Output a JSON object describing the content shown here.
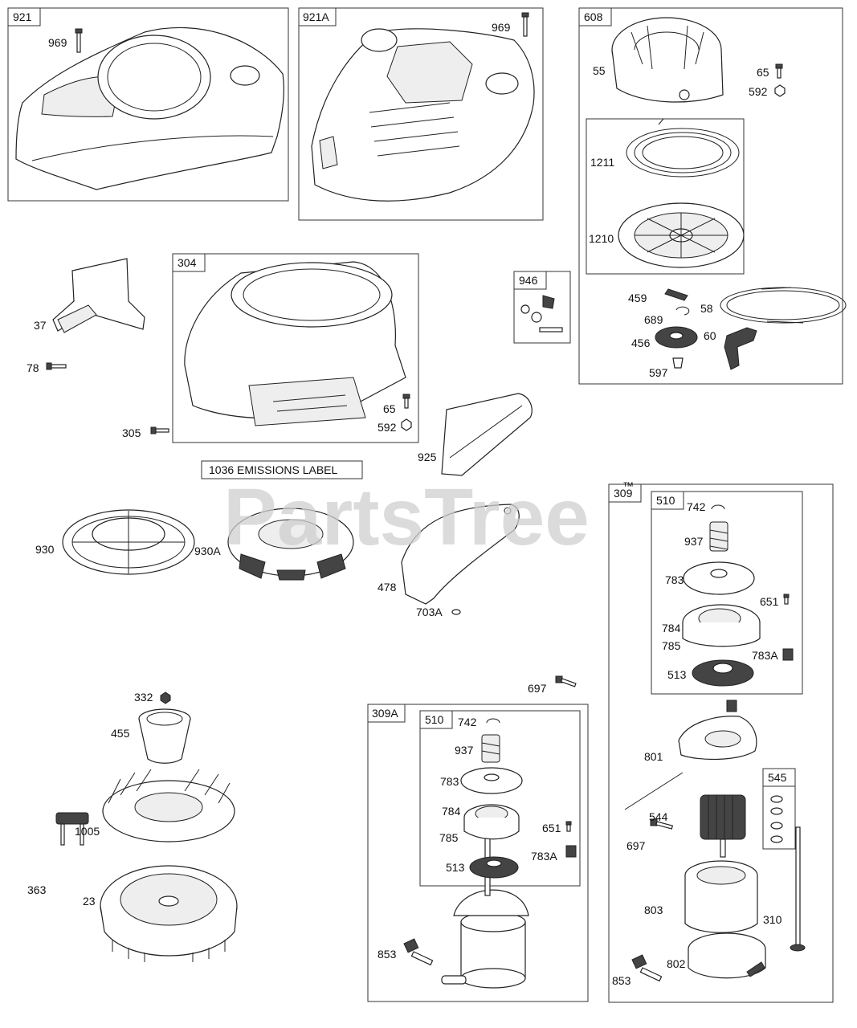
{
  "watermark": "PartsTree",
  "watermark_tm": "™",
  "emissions_label": "1036 EMISSIONS LABEL",
  "boxes": {
    "b921": "921",
    "b921A": "921A",
    "b608": "608",
    "b304": "304",
    "b946": "946",
    "b309": "309",
    "b510a": "510",
    "b545": "545",
    "b309A": "309A",
    "b510b": "510"
  },
  "callouts": {
    "c969a": "969",
    "c969b": "969",
    "c55": "55",
    "c65a": "65",
    "c592a": "592",
    "c1211": "1211",
    "c1210": "1210",
    "c459": "459",
    "c58": "58",
    "c689": "689",
    "c456": "456",
    "c60": "60",
    "c597": "597",
    "c37": "37",
    "c78": "78",
    "c65b": "65",
    "c592b": "592",
    "c305": "305",
    "c925": "925",
    "c930": "930",
    "c930A": "930A",
    "c478": "478",
    "c703A": "703A",
    "c742a": "742",
    "c937a": "937",
    "c783a": "783",
    "c651a": "651",
    "c784a": "784",
    "c785a": "785",
    "c783Aa": "783A",
    "c513a": "513",
    "c697a": "697",
    "c801": "801",
    "c544": "544",
    "c697b": "697",
    "c803": "803",
    "c310": "310",
    "c853a": "853",
    "c802": "802",
    "c332": "332",
    "c455": "455",
    "c1005": "1005",
    "c363": "363",
    "c23": "23",
    "c742b": "742",
    "c937b": "937",
    "c783b": "783",
    "c651b": "651",
    "c784b": "784",
    "c785b": "785",
    "c783Ab": "783A",
    "c513b": "513",
    "c853b": "853"
  }
}
